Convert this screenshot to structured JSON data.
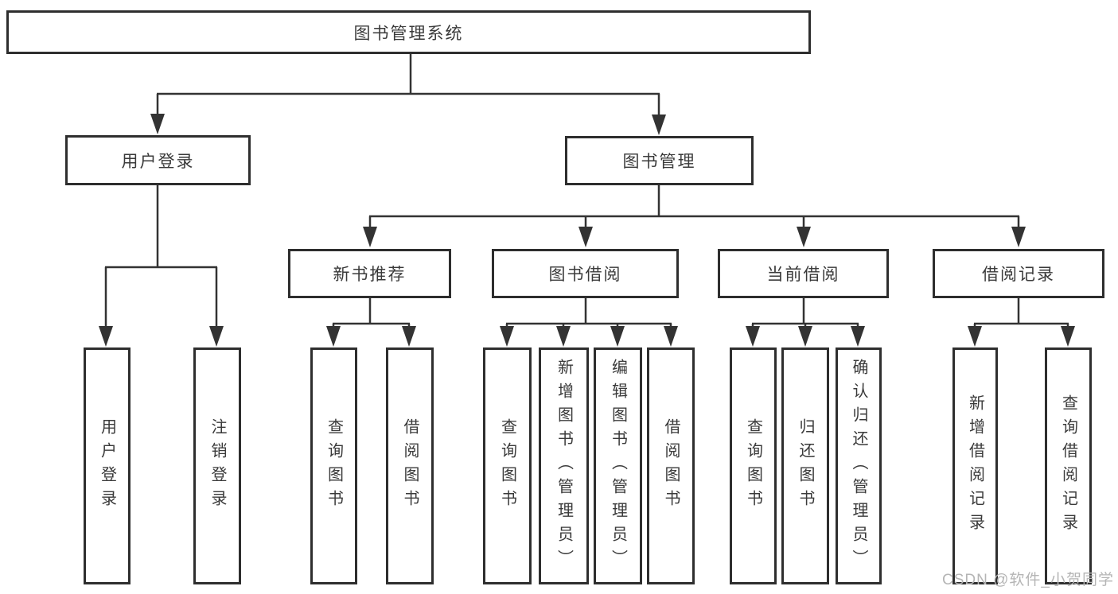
{
  "diagram_title": "图书管理系统",
  "tree": {
    "label": "图书管理系统",
    "children": [
      {
        "label": "用户登录",
        "children": [
          {
            "label": "用户登录"
          },
          {
            "label": "注销登录"
          }
        ]
      },
      {
        "label": "图书管理",
        "children": [
          {
            "label": "新书推荐",
            "children": [
              {
                "label": "查询图书"
              },
              {
                "label": "借阅图书"
              }
            ]
          },
          {
            "label": "图书借阅",
            "children": [
              {
                "label": "查询图书"
              },
              {
                "label": "新增图书（管理员）"
              },
              {
                "label": "编辑图书（管理员）"
              },
              {
                "label": "借阅图书"
              }
            ]
          },
          {
            "label": "当前借阅",
            "children": [
              {
                "label": "查询图书"
              },
              {
                "label": "归还图书"
              },
              {
                "label": "确认归还（管理员）"
              }
            ]
          },
          {
            "label": "借阅记录",
            "children": [
              {
                "label": "新增借阅记录"
              },
              {
                "label": "查询借阅记录"
              }
            ]
          }
        ]
      }
    ]
  },
  "watermark": "CSDN @软件_小贺同学",
  "colors": {
    "line": "#333333",
    "box_border": "#2e2e2e",
    "text": "#3a3a3a",
    "watermark": "#b5b5b5",
    "background": "#ffffff"
  }
}
